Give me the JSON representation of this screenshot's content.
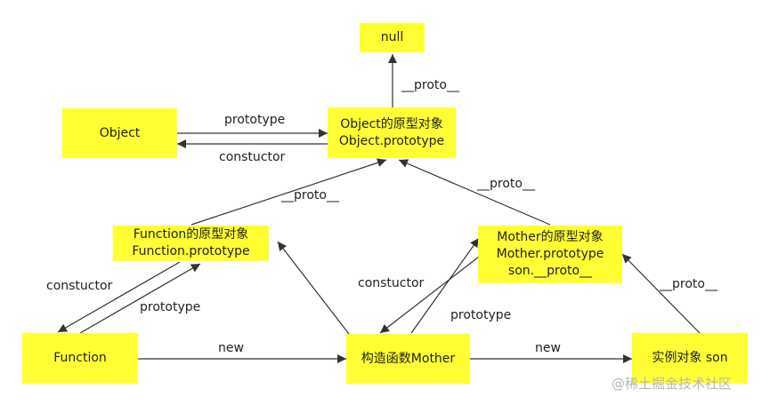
{
  "nodes": {
    "null": {
      "line1": "null"
    },
    "object": {
      "line1": "Object"
    },
    "object_proto": {
      "line1": "Object的原型对象",
      "line2": "Object.prototype"
    },
    "function_proto": {
      "line1": "Function的原型对象",
      "line2": "Function.prototype"
    },
    "mother_proto": {
      "line1": "Mother的原型对象",
      "line2": "Mother.prototype",
      "line3": "son.__proto__"
    },
    "function": {
      "line1": "Function"
    },
    "mother": {
      "line1": "构造函数Mother"
    },
    "son": {
      "line1": "实例对象 son"
    }
  },
  "edges": {
    "op_to_null": "__proto__",
    "object_prototype": "prototype",
    "object_constructor": "constuctor",
    "fp_proto": "__proto__",
    "mp_proto": "__proto__",
    "function_constructor": "constuctor",
    "function_prototype": "prototype",
    "mother_constructor": "constuctor",
    "mother_prototype": "prototype",
    "new_mother": "new",
    "new_son": "new",
    "son_proto": "__proto__"
  },
  "watermark": "@稀土掘金技术社区",
  "colors": {
    "node_fill": "#ffff33",
    "line": "#333333",
    "text": "#222222"
  }
}
